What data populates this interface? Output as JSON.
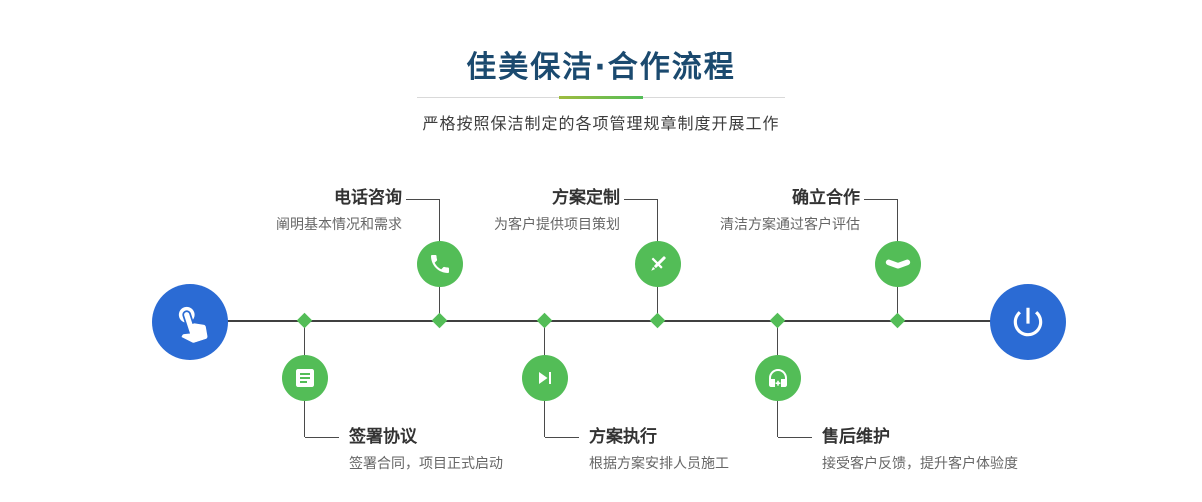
{
  "header": {
    "title": "佳美保洁·合作流程",
    "subtitle": "严格按照保洁制定的各项管理规章制度开展工作"
  },
  "colors": {
    "blue": "#2b6bd4",
    "green": "#53bd57",
    "line": "#404040",
    "title-color": "#1b4a6f"
  },
  "endpoints": {
    "start_icon": "pointing-hand-icon",
    "end_icon": "power-icon"
  },
  "steps": [
    {
      "id": "phone",
      "position": "top",
      "title": "电话咨询",
      "desc": "阐明基本情况和需求",
      "icon": "phone-icon"
    },
    {
      "id": "sign",
      "position": "bottom",
      "title": "签署协议",
      "desc": "签署合同，项目正式启动",
      "icon": "document-icon"
    },
    {
      "id": "plan",
      "position": "top",
      "title": "方案定制",
      "desc": "为客户提供项目策划",
      "icon": "design-icon"
    },
    {
      "id": "execute",
      "position": "bottom",
      "title": "方案执行",
      "desc": "根据方案安排人员施工",
      "icon": "play-icon"
    },
    {
      "id": "cooperate",
      "position": "top",
      "title": "确立合作",
      "desc": "清洁方案通过客户评估",
      "icon": "handshake-icon"
    },
    {
      "id": "aftersale",
      "position": "bottom",
      "title": "售后维护",
      "desc": "接受客户反馈，提升客户体验度",
      "icon": "headset-icon"
    }
  ]
}
